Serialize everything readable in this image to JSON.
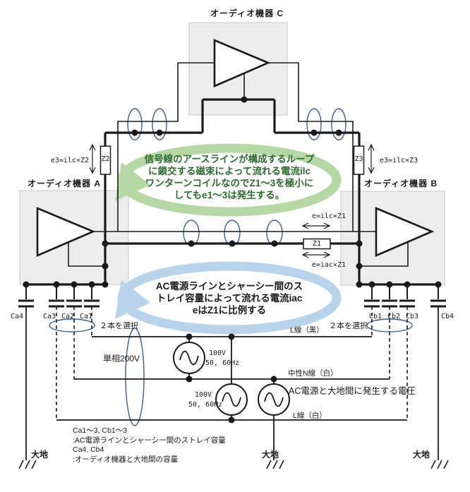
{
  "devices": {
    "a": "オーディオ機器 A",
    "b": "オーディオ機器 B",
    "c": "オーディオ機器 C"
  },
  "impedance": {
    "z1": "Z1",
    "z2": "Z2",
    "z3": "Z3"
  },
  "formulas": {
    "left": "e3=ilc×Z2",
    "right": "e3=ilc×Z3",
    "signal": "e=ilc×Z1",
    "ac": "e=iac×Z1"
  },
  "loop_notes": {
    "green": [
      "信号線のアースラインが構成するループ",
      "に鎖交する磁束によって流れる電流ilc",
      "ワンターンコイルなのでZ1～3を極小に",
      "してもe1～3は発生する。"
    ],
    "blue": [
      "AC電源ラインとシャーシー間のス",
      "トレイ容量によって流れる電流iac",
      "eはZ1に比例する"
    ]
  },
  "capacitors": {
    "ca1": "Ca1",
    "ca2": "Ca2",
    "ca3": "Ca3",
    "ca4": "Ca4",
    "cb1": "Cb1",
    "cb2": "Cb2",
    "cb3": "Cb3",
    "cb4": "Cb4"
  },
  "power": {
    "select_left": "２本を選択",
    "select_right": "２本を選択",
    "phase": "単相200V",
    "line_black": "L線（黒）",
    "line_neutral": "中性N線（白）",
    "line_white": "L線（白）",
    "source1_v": "100V",
    "source1_f": "50, 60Hz",
    "source2_v": "100V",
    "source2_f": "50, 60Hz",
    "source3_note": "AC電源と大地間に発生する電圧"
  },
  "grounds": {
    "left": "大地",
    "center": "大地",
    "right": "大地"
  },
  "notes": [
    "Ca1～3, Cb1～3",
    ":AC電源ラインとシャーシー間のストレイ容量",
    "Ca4, Cb4",
    ":オーディオ機器と大地間の容量"
  ],
  "colors": {
    "loop_green": "#b5d7a4",
    "loop_blue": "#b9d3eb",
    "coil_blue": "#3d5c92",
    "wire": "#1a1a1a",
    "box_fill": "#ededed",
    "box_border": "#c9c9c9",
    "green_text": "#2e6b31"
  }
}
